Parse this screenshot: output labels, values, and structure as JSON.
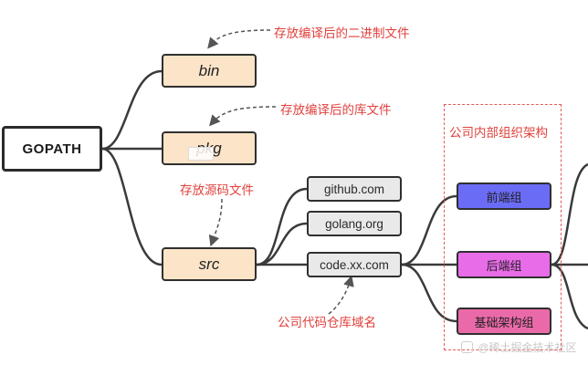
{
  "root": {
    "label": "GOPATH"
  },
  "folders": {
    "bin": "bin",
    "pkg": "pkg",
    "src": "src"
  },
  "repos": {
    "github": "github.com",
    "golang": "golang.org",
    "company": "code.xx.com"
  },
  "group": {
    "title": "公司内部组织架构",
    "teams": {
      "frontend": "前端组",
      "backend": "后端组",
      "infra": "基础架构组"
    }
  },
  "annotations": {
    "bin_note": "存放编译后的二进制文件",
    "pkg_note": "存放编译后的库文件",
    "src_note": "存放源码文件",
    "domain_note": "公司代码仓库域名"
  },
  "watermark": "@稀土掘金技术社区",
  "colors": {
    "folder_fill": "#fbe4c8",
    "repo_fill": "#e9e9e9",
    "frontend_fill": "#6b6cf6",
    "backend_fill": "#e86be8",
    "infra_fill": "#ea6aa9",
    "annotation": "#e0413d"
  }
}
